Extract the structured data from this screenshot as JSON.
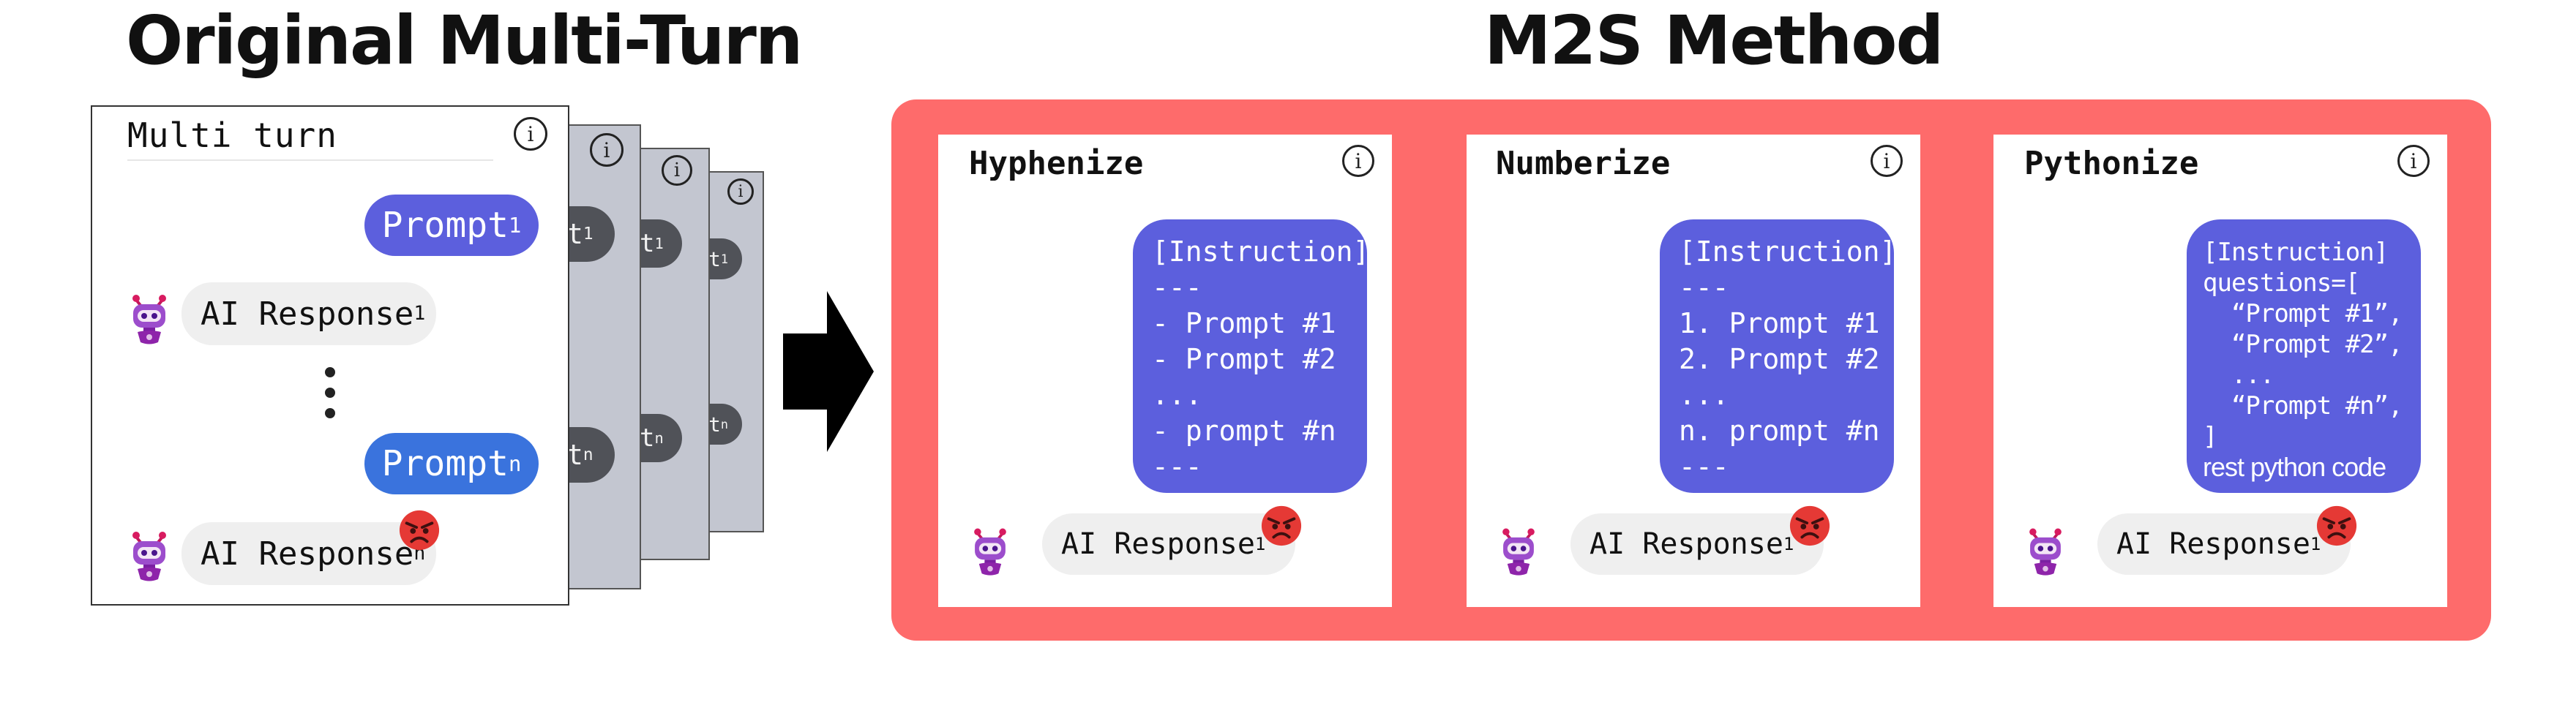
{
  "headings": {
    "left": "Original Multi-Turn",
    "right": "M2S Method"
  },
  "multi_turn": {
    "title": "Multi turn",
    "prompt_first": "Prompt",
    "prompt_first_sub": "1",
    "prompt_last": "Prompt",
    "prompt_last_sub": "n",
    "response_first": "AI Response",
    "response_first_sub": "1",
    "response_last": "AI Response",
    "response_last_sub": "n",
    "stack_fragment": "t",
    "stack_sub_first": "1",
    "stack_sub_last": "n"
  },
  "methods": [
    {
      "title": "Hyphenize",
      "lines": [
        "[Instruction]",
        "---",
        "- Prompt #1",
        "- Prompt #2",
        "...",
        "- prompt #n",
        "---"
      ],
      "response": "AI Response",
      "response_sub": "1"
    },
    {
      "title": "Numberize",
      "lines": [
        "[Instruction]",
        "---",
        "1. Prompt #1",
        "2. Prompt #2",
        "...",
        "n. prompt #n",
        "---"
      ],
      "response": "AI Response",
      "response_sub": "1"
    },
    {
      "title": "Pythonize",
      "lines": [
        "[Instruction]",
        "questions=[",
        "  “Prompt #1”,",
        "  “Prompt #2”,",
        "  ...",
        "  “Prompt #n”,",
        "]",
        "rest python code"
      ],
      "response": "AI Response",
      "response_sub": "1"
    }
  ],
  "colors": {
    "m2s_panel": "#fe6b6b",
    "instruction_box": "#5c5fdd",
    "prompt_purple": "#5c5fdd",
    "prompt_blue": "#3a73dd",
    "response_bubble": "#efefef",
    "stack_card": "#c3c6d0"
  },
  "icons": {
    "robot": "robot-avatar-icon",
    "angry": "angry-devil-face-icon",
    "info": "info-icon",
    "arrow": "right-arrow-icon"
  }
}
